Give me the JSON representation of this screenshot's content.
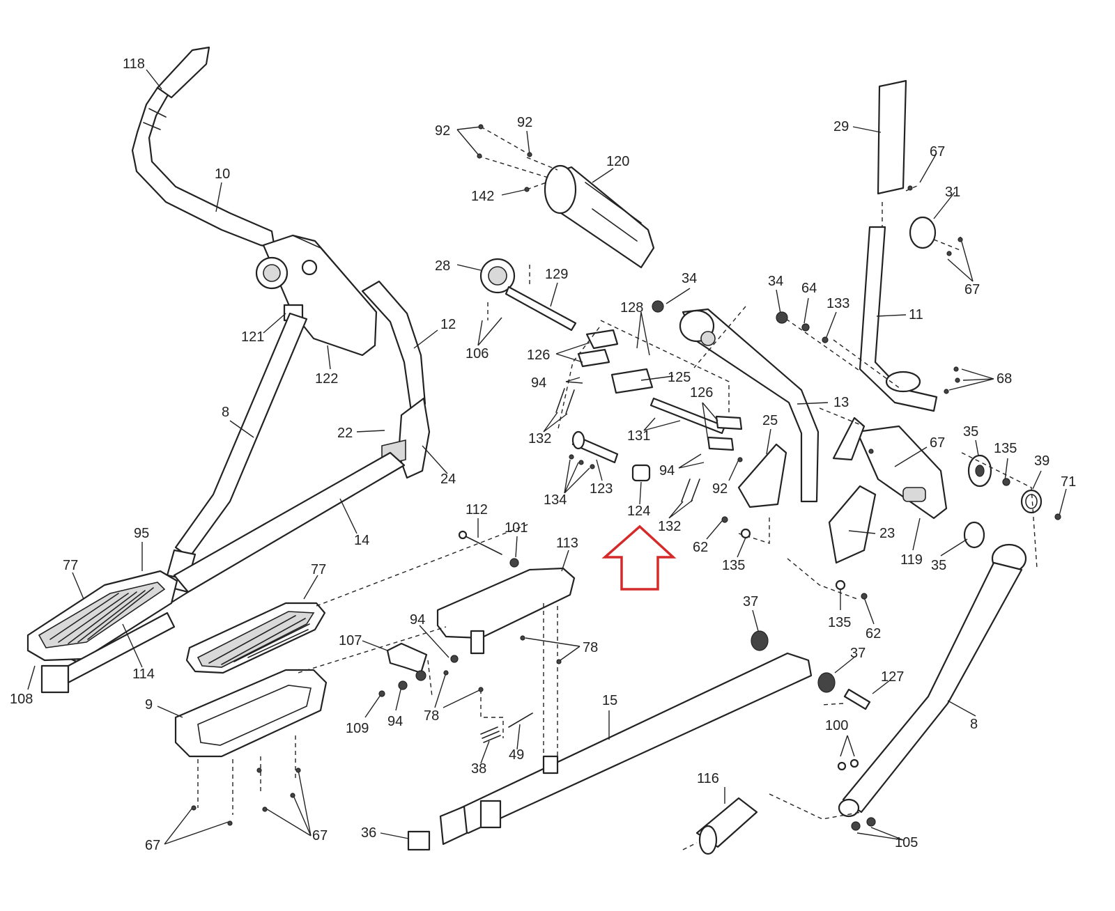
{
  "labels": {
    "l118": "118",
    "l10": "10",
    "l121": "121",
    "l122": "122",
    "l12": "12",
    "l8a": "8",
    "l22": "22",
    "l24": "24",
    "l14": "14",
    "l95": "95",
    "l77a": "77",
    "l77b": "77",
    "l114": "114",
    "l108": "108",
    "l9": "9",
    "l107": "107",
    "l109": "109",
    "l94a": "94",
    "l94b": "94",
    "l78a": "78",
    "l78b": "78",
    "l112": "112",
    "l101": "101",
    "l113": "113",
    "l38": "38",
    "l49": "49",
    "l15": "15",
    "l36": "36",
    "l67a": "67",
    "l67b": "67",
    "l92a": "92",
    "l92b": "92",
    "l142": "142",
    "l120": "120",
    "l28": "28",
    "l129": "129",
    "l106": "106",
    "l126a": "126",
    "l128": "128",
    "l125": "125",
    "l94c": "94",
    "l132a": "132",
    "l131": "131",
    "l126b": "126",
    "l123": "123",
    "l134": "134",
    "l124": "124",
    "l94d": "94",
    "l92c": "92",
    "l132b": "132",
    "l34a": "34",
    "l34b": "34",
    "l64": "64",
    "l133": "133",
    "l13": "13",
    "l25": "25",
    "l62a": "62",
    "l135a": "135",
    "l23": "23",
    "l29": "29",
    "l67c": "67",
    "l31": "31",
    "l67d": "67",
    "l11": "11",
    "l68": "68",
    "l67e": "67",
    "l119": "119",
    "l35a": "35",
    "l135b": "135",
    "l39": "39",
    "l71": "71",
    "l35b": "35",
    "l135c": "135",
    "l62b": "62",
    "l37a": "37",
    "l37b": "37",
    "l127": "127",
    "l8b": "8",
    "l100": "100",
    "l116": "116",
    "l105": "105"
  }
}
